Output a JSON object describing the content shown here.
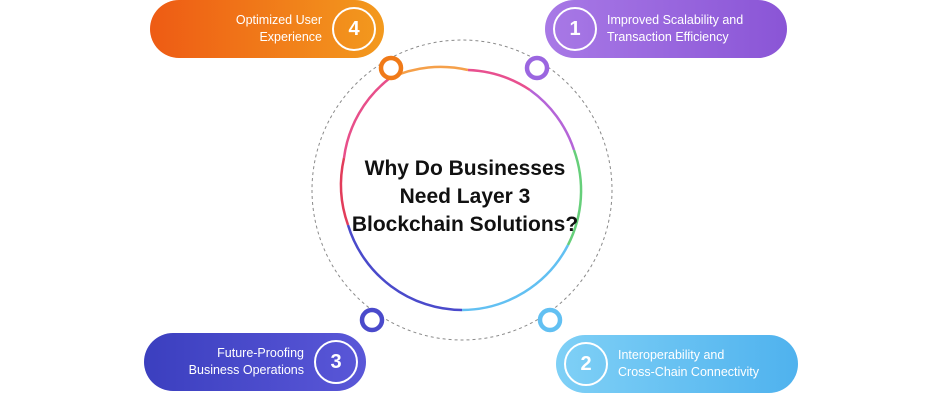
{
  "title_lines": [
    "Why Do Businesses",
    "Need Layer 3",
    "Blockchain Solutions?"
  ],
  "items": [
    {
      "number": "1",
      "lines": [
        "Improved Scalability and",
        "Transaction Efficiency"
      ],
      "color": "#9b66e0"
    },
    {
      "number": "2",
      "lines": [
        "Interoperability and",
        "Cross-Chain Connectivity"
      ],
      "color": "#62c0f2"
    },
    {
      "number": "3",
      "lines": [
        "Future-Proofing",
        "Business Operations"
      ],
      "color": "#4a4acb"
    },
    {
      "number": "4",
      "lines": [
        "Optimized User",
        "Experience"
      ],
      "color": "#f07a18"
    }
  ],
  "ring_colors": [
    "#f5a04a",
    "#e84f8a",
    "#b565d8",
    "#66cf7a",
    "#62c0f2",
    "#4a4acb"
  ],
  "connector_colors": {
    "top_left": "#f07a18",
    "top_right": "#9b66e0",
    "bottom_left": "#4a4acb",
    "bottom_right": "#62c0f2"
  }
}
